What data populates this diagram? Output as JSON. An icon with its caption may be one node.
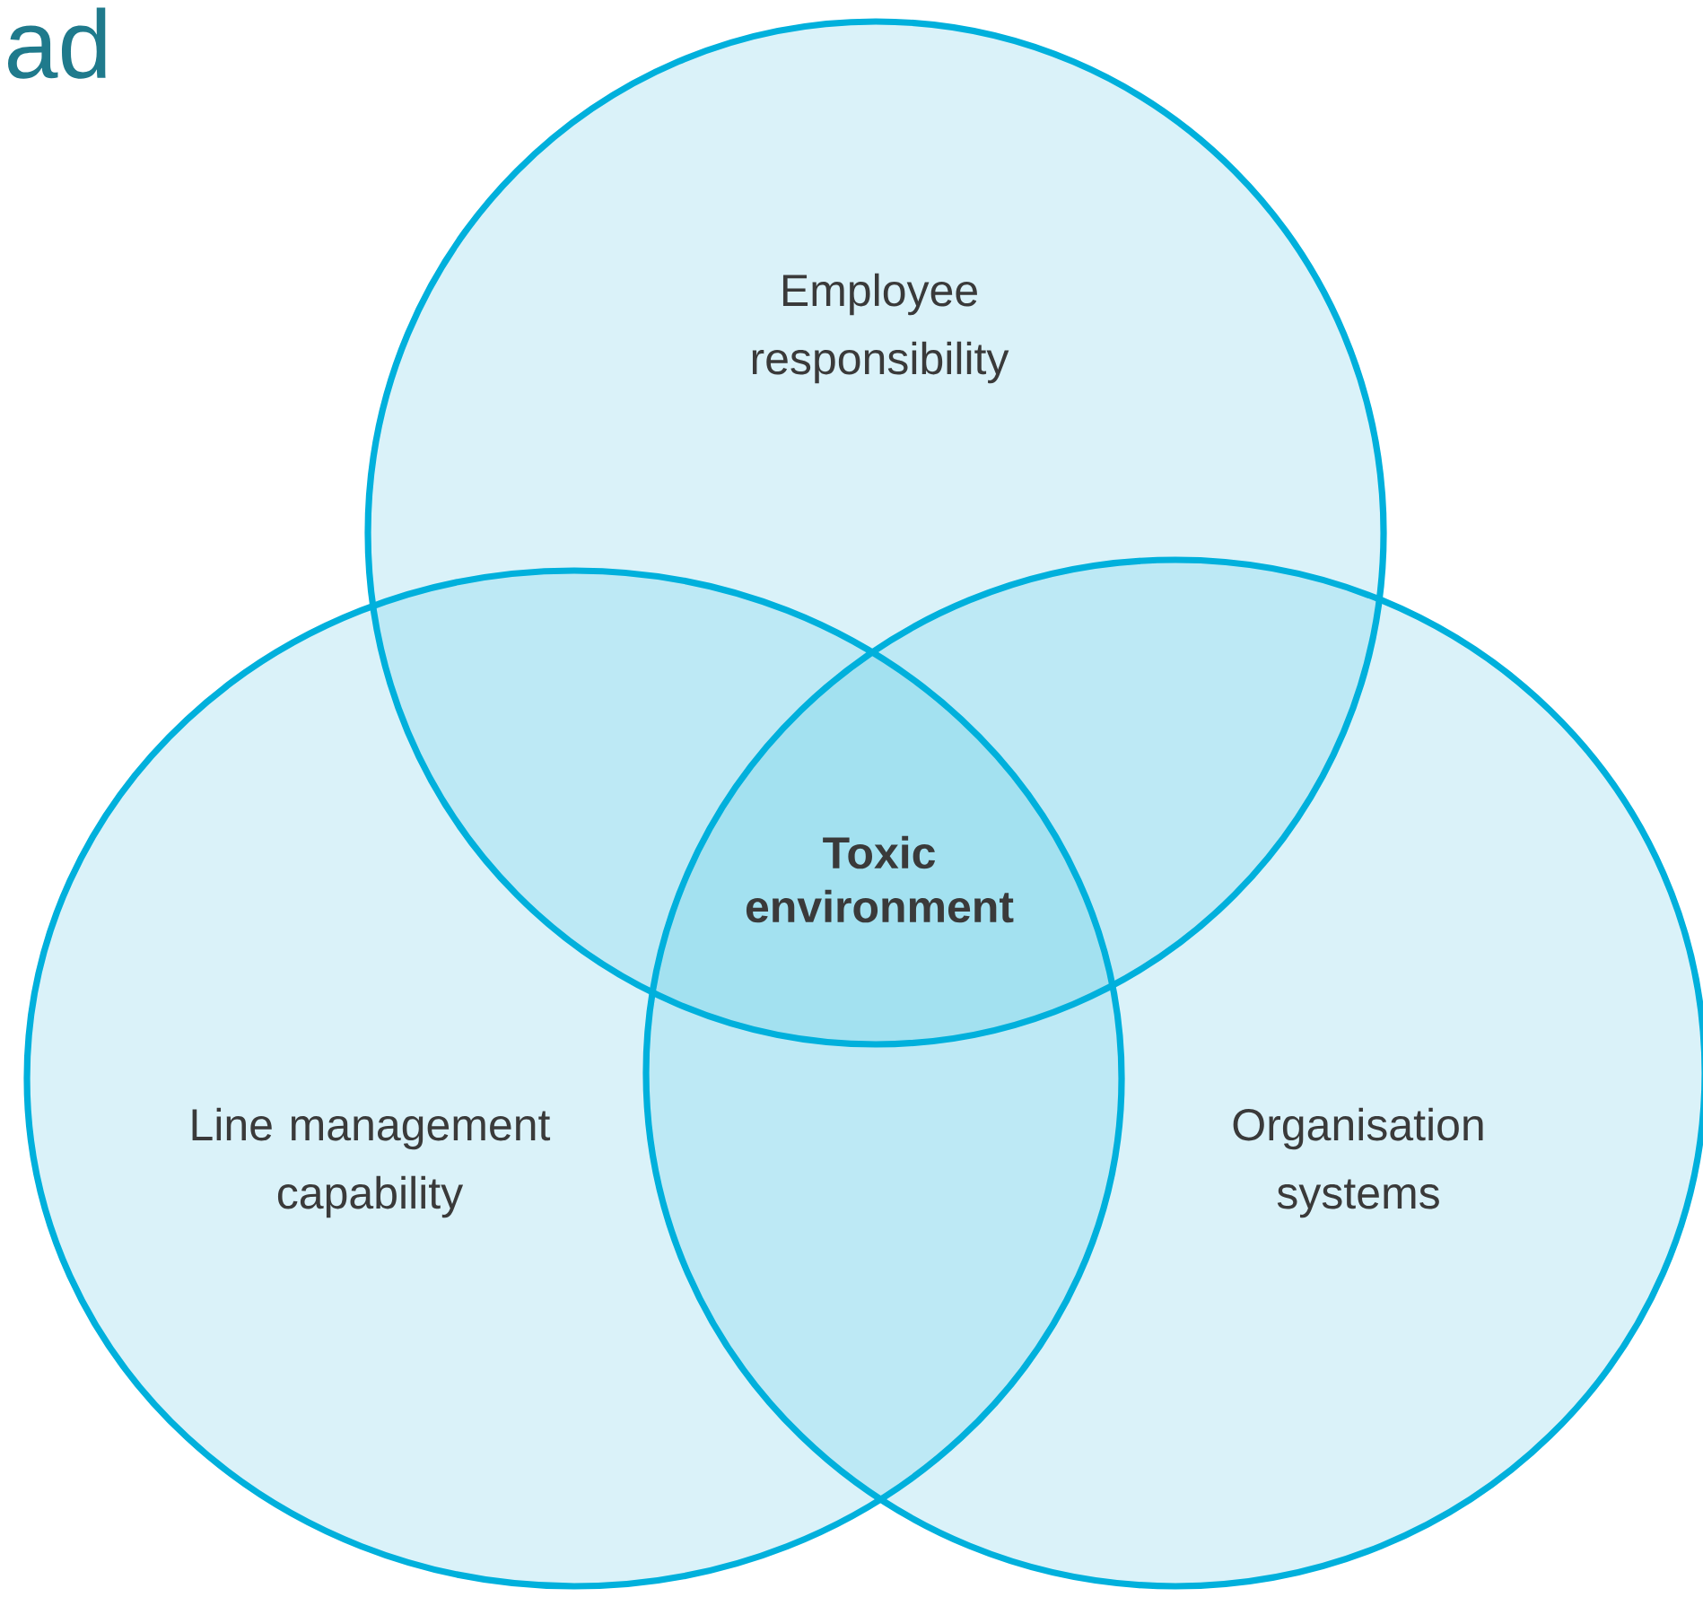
{
  "diagram": {
    "nodes": [
      {
        "text": [
          "Employee responsibility"
        ]
      },
      {
        "text": [
          "Line management capability"
        ]
      },
      {
        "text": [
          "Organisation systems"
        ]
      }
    ],
    "labels": [
      "ad",
      "Toxic environment"
    ]
  }
}
